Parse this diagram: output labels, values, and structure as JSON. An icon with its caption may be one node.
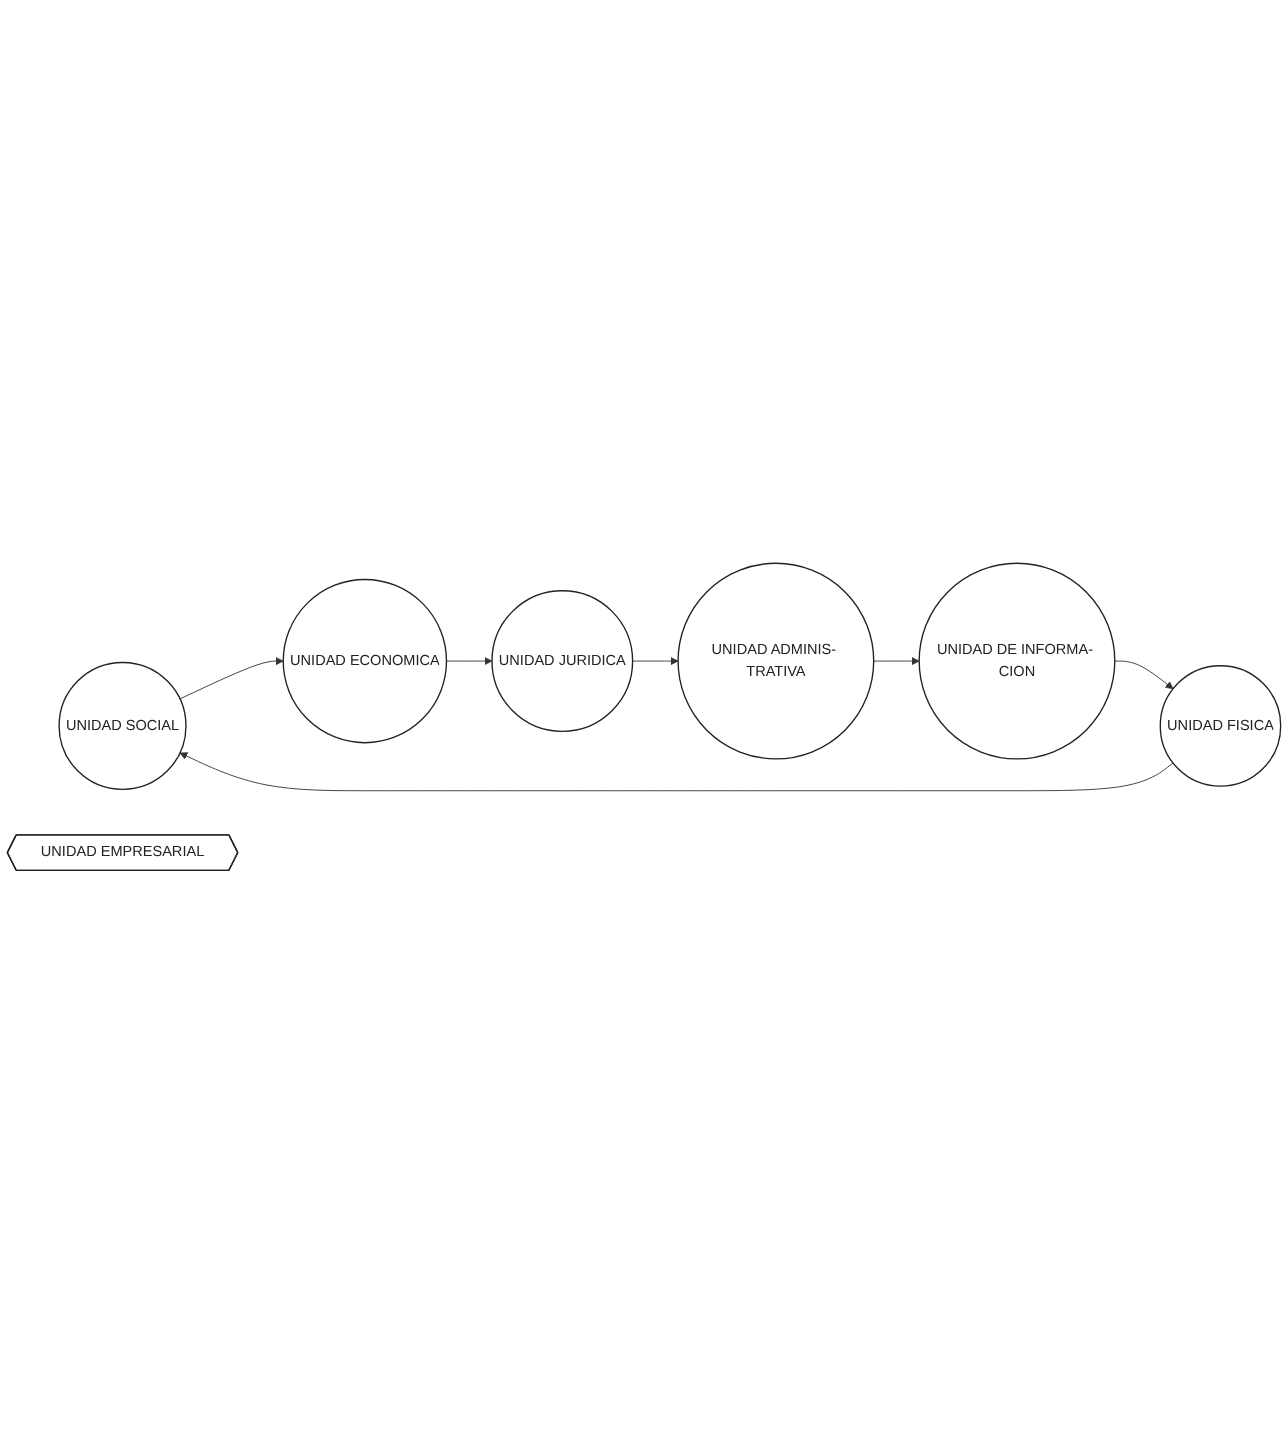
{
  "diagram": {
    "nodes": [
      {
        "text": [
          "UNIDAD SOCIAL"
        ]
      },
      {
        "text": [
          "UNIDAD FISICA"
        ]
      },
      {
        "text": [
          "UNIDAD EMPRESARIAL"
        ]
      },
      {
        "text": [
          "UNIDAD ECONOMICA"
        ]
      },
      {
        "text": [
          "UNIDAD DE INFORMA- CION"
        ]
      },
      {
        "text": [
          "UNIDAD JURIDICA"
        ]
      },
      {
        "text": [
          "UNIDAD ADMINIS- TRATIVA"
        ]
      }
    ],
    "edges": [
      {
        "from": 0,
        "to": 3,
        "arrow": "to"
      },
      {
        "from": 3,
        "to": 5,
        "arrow": "to"
      },
      {
        "from": 5,
        "to": 6,
        "arrow": "to"
      },
      {
        "from": 6,
        "to": 4,
        "arrow": "to"
      },
      {
        "from": 4,
        "to": 1,
        "arrow": "to"
      },
      {
        "from": 1,
        "to": 0,
        "arrow": "to"
      }
    ]
  }
}
